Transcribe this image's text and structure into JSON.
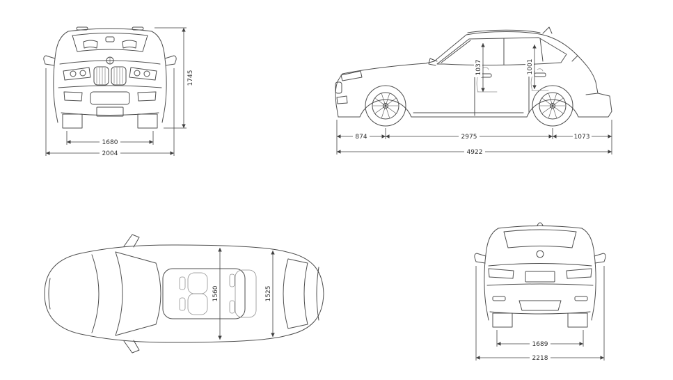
{
  "views": {
    "front": {
      "dims": {
        "overall_height": "1745",
        "track_width": "1680",
        "overall_width": "2004"
      }
    },
    "side": {
      "dims": {
        "front_overhang": "874",
        "wheelbase": "2975",
        "rear_overhang": "1073",
        "overall_length": "4922",
        "front_headroom": "1037",
        "rear_headroom": "1001"
      }
    },
    "top": {
      "dims": {
        "front_interior_width": "1560",
        "rear_interior_width": "1525"
      }
    },
    "rear": {
      "dims": {
        "rear_track_width": "1689",
        "overall_width_mirrors": "2218"
      }
    }
  }
}
